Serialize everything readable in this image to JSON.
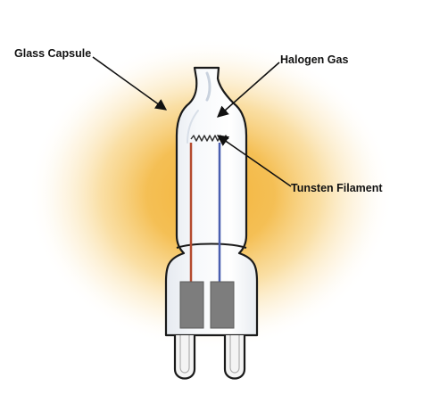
{
  "labels": {
    "glass_capsule": "Glass Capsule",
    "halogen_gas": "Halogen Gas",
    "filament": "Tunsten Filament"
  },
  "colors": {
    "glow_inner": "#f6c564",
    "glow_outer": "#ffffff",
    "glass_fill": "#eef1f5",
    "outline": "#1a1a1a",
    "wire_left": "#b54b2e",
    "wire_right": "#4a5fb0",
    "contact": "#7d7d7d",
    "pins": "#f4f4f4"
  },
  "icons": {
    "bulb": "halogen-bulb-icon"
  }
}
